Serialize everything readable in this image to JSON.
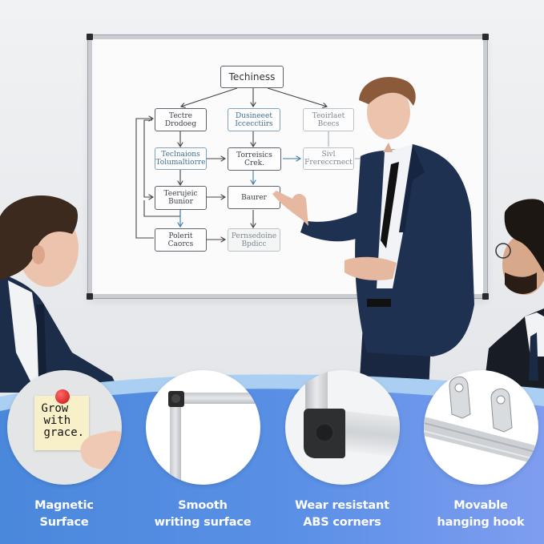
{
  "scene": {
    "description": "Presenter at magnetic whiteboard with two seated colleagues",
    "colors": {
      "wall": "#e9ebee",
      "board_frame": "#c9ccd0",
      "suit_navy": "#1f3150",
      "band_blue_light": "#a9cdf2",
      "band_blue": "#4f8fdf",
      "band_blue_right": "#7d9cf0"
    }
  },
  "flowchart": {
    "root": "Techiness",
    "boxes": [
      {
        "id": "b1",
        "line1": "Tectre",
        "line2": "Drodoeg"
      },
      {
        "id": "b2",
        "line1": "Dusineeet",
        "line2": "Iccecctiirs"
      },
      {
        "id": "b3",
        "line1": "Teoirlaet",
        "line2": "Bcecs"
      },
      {
        "id": "b4",
        "line1": "Teclnaions",
        "line2": "Tolumaltiorre"
      },
      {
        "id": "b5",
        "line1": "Torreisics",
        "line2": "Crek."
      },
      {
        "id": "b6",
        "line1": "Sivl",
        "line2": "Frereccrnect"
      },
      {
        "id": "b7",
        "line1": "Teerujeic",
        "line2": "Bunior"
      },
      {
        "id": "b8",
        "line1": "Baurer",
        "line2": ""
      },
      {
        "id": "b9",
        "line1": "Polerit",
        "line2": "Caorcs"
      },
      {
        "id": "b10",
        "line1": "Pernsedoine",
        "line2": "Bpdicc"
      }
    ]
  },
  "sticky_note": {
    "line1": "Grow",
    "line2": "with",
    "line3": "grace."
  },
  "features": [
    {
      "label_line1": "Magnetic",
      "label_line2": "Surface",
      "icon": "magnet-note-icon"
    },
    {
      "label_line1": "Smooth",
      "label_line2": "writing surface",
      "icon": "board-corner-icon"
    },
    {
      "label_line1": "Wear resistant",
      "label_line2": "ABS corners",
      "icon": "abs-corner-icon"
    },
    {
      "label_line1": "Movable",
      "label_line2": "hanging hook",
      "icon": "hanging-hook-icon"
    }
  ]
}
